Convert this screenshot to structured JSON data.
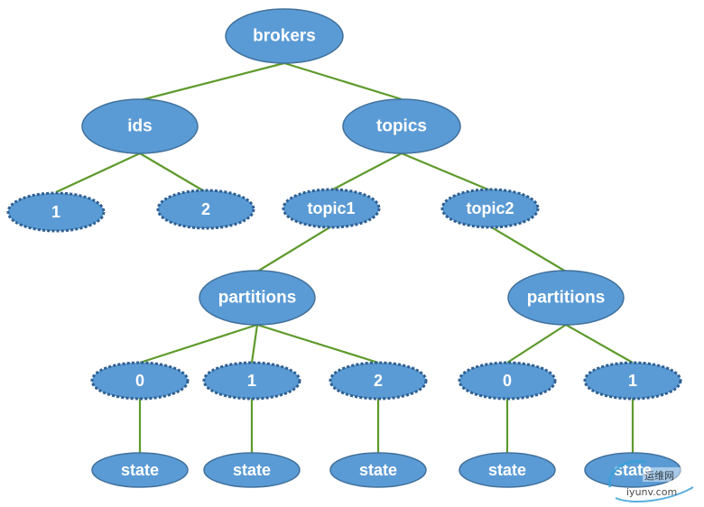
{
  "nodes": {
    "brokers": "brokers",
    "ids": "ids",
    "topics": "topics",
    "id_1": "1",
    "id_2": "2",
    "topic1": "topic1",
    "topic2": "topic2",
    "partitions_t1": "partitions",
    "partitions_t2": "partitions",
    "t1_p0": "0",
    "t1_p1": "1",
    "t1_p2": "2",
    "t2_p0": "0",
    "t2_p1": "1",
    "t1_p0_state": "state",
    "t1_p1_state": "state",
    "t1_p2_state": "state",
    "t2_p0_state": "state",
    "t2_p1_state": "state"
  },
  "watermark": {
    "text_top": "运维网",
    "text_bottom": "iyunv.com"
  },
  "colors": {
    "node_fill": "#5b9bd5",
    "node_stroke": "#41719c",
    "edge": "#5e9a2c",
    "label": "#ffffff"
  }
}
